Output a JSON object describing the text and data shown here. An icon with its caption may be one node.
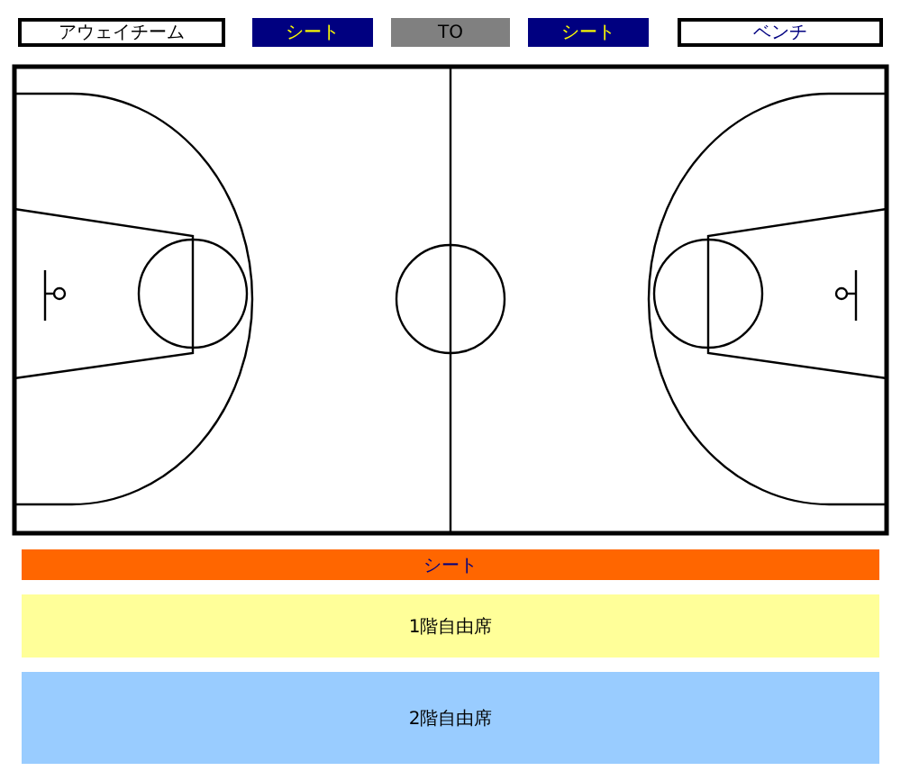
{
  "diagram": {
    "nodes": [
      {
        "text": [
          "アウェイチーム"
        ]
      },
      {
        "text": [
          "シート"
        ]
      },
      {
        "text": [
          "TO"
        ]
      },
      {
        "text": [
          "シート"
        ]
      },
      {
        "text": [
          "ベンチ"
        ]
      },
      {
        "text": [
          "シート"
        ]
      },
      {
        "text": [
          "1階自由席"
        ]
      },
      {
        "text": [
          "2階自由席"
        ]
      }
    ]
  }
}
